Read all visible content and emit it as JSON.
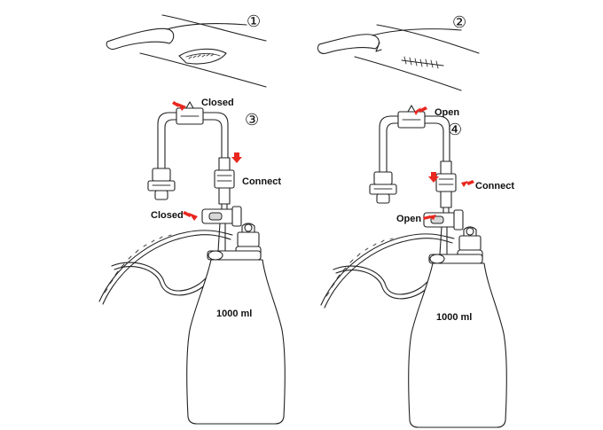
{
  "steps": [
    {
      "number": "①"
    },
    {
      "number": "②"
    },
    {
      "number": "③",
      "labels": {
        "top_valve": "Closed",
        "connector": "Connect",
        "side_valve": "Closed"
      },
      "bottle_volume": "1000 ml"
    },
    {
      "number": "④",
      "labels": {
        "top_valve": "Open",
        "connector": "Connect",
        "side_valve": "Open"
      },
      "bottle_volume": "1000 ml"
    }
  ],
  "colors": {
    "arrow": "#e8271f",
    "line": "#222222"
  }
}
